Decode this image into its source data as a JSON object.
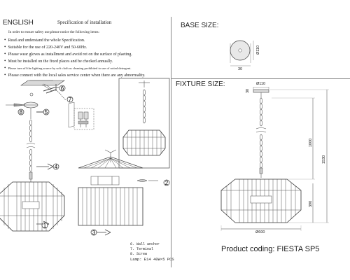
{
  "left": {
    "language": "ENGLISH",
    "title": "Specification of installation",
    "intro": "In order to ensure safety use,please notice the following items:",
    "rules": [
      "Read and understand the whole Specification.",
      "Suitable for the use of 220-240V and 50-60Hz.",
      "Please wear gloves as installment and avoid rot on the surface of plaeting.",
      "Must be installed on the fixed places and be checked annually.",
      "Please turn off the lighting source by soft cloth as cleaning prohibited to use of rotted detergent.",
      "Please connect with the local sales service center when there are any abnormality."
    ],
    "callouts": [
      "6",
      "7",
      "8",
      "5",
      "4",
      "2",
      "1",
      "3"
    ],
    "legend": [
      "6. Wall anchor",
      "7. Terminal",
      "8. Screw"
    ],
    "lamp": "Lamp: E14 40W×5 PCS"
  },
  "base": {
    "heading": "BASE SIZE:",
    "diameter": "Ø110",
    "height": "30"
  },
  "fixture": {
    "heading": "FIXTURE SIZE:",
    "base_diameter": "Ø110",
    "base_height": "30",
    "chain_length": "1000",
    "total_height": "1530",
    "shade_height": "390",
    "shade_diameter": "Ø600",
    "coding": "Product coding: FIESTA SP5"
  }
}
